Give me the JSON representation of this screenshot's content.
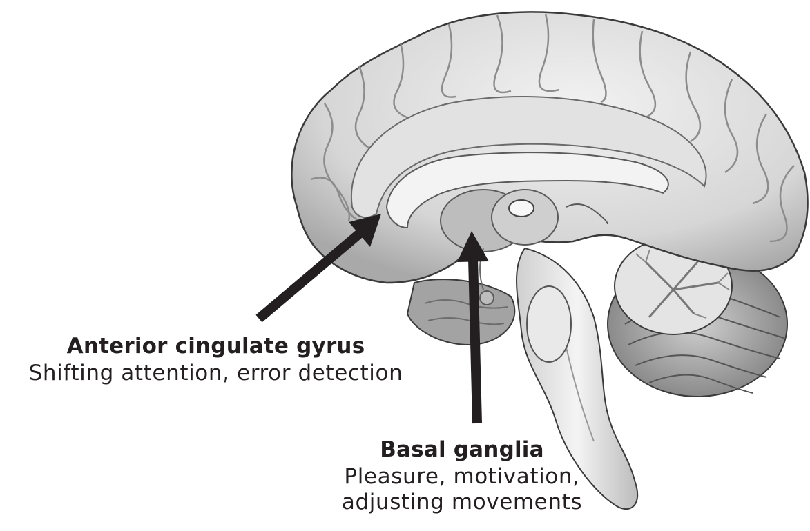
{
  "labels": {
    "anterior_cingulate": {
      "title": "Anterior cingulate gyrus",
      "description": "Shifting attention, error detection"
    },
    "basal_ganglia": {
      "title": "Basal ganglia",
      "description_line1": "Pleasure, motivation,",
      "description_line2": "adjusting movements"
    }
  },
  "colors": {
    "outline": "#3a3a3a",
    "cortex": "#d9d9d9",
    "sulci": "#8c8c8c",
    "deep": "#bdbdbd",
    "cerebellum": "#a8a8a8",
    "brainstem": "#e6e6e6",
    "arrow": "#231f20",
    "text": "#231f20"
  },
  "icons": {
    "anterior_cingulate_arrow": "arrow-up-right-icon",
    "basal_ganglia_arrow": "arrow-up-icon"
  }
}
